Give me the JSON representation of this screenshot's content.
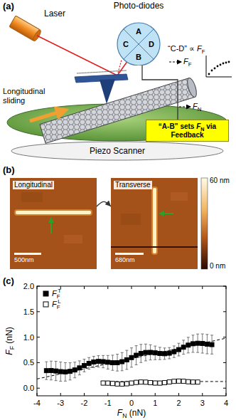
{
  "diagram": {
    "nodes": [
      {
        "text": [
          "Photo-diodes",
          "A",
          "B",
          "C",
          "D"
        ]
      },
      {
        "text": [
          "“A-B” sets FN via Feedback"
        ]
      },
      {
        "text": [
          "Piezo Scanner"
        ]
      },
      {
        "text": [
          "Longitudinal",
          "500nm"
        ]
      },
      {
        "text": [
          "Transverse",
          "680nm"
        ]
      }
    ],
    "edges": [
      {
        "from": 0,
        "to": 1,
        "arrow": "none"
      },
      {
        "from": 3,
        "to": 4,
        "arrow": "to"
      }
    ],
    "labels": [
      "(a)",
      "Laser",
      "“C-D” ∝ FF",
      "FF",
      "FN",
      "Longitudinal sliding",
      "(b)",
      "60 nm",
      "0 nm",
      "(c)",
      "0.0",
      "0.5",
      "1.0",
      "1.5",
      "2.0",
      "-4",
      "-3",
      "-2",
      "-1",
      "0",
      "1",
      "2",
      "3",
      "4",
      "FF (nN)",
      "FN (nN)"
    ],
    "legend": [
      {
        "text": "FFT"
      },
      {
        "text": "FFL"
      }
    ]
  }
}
